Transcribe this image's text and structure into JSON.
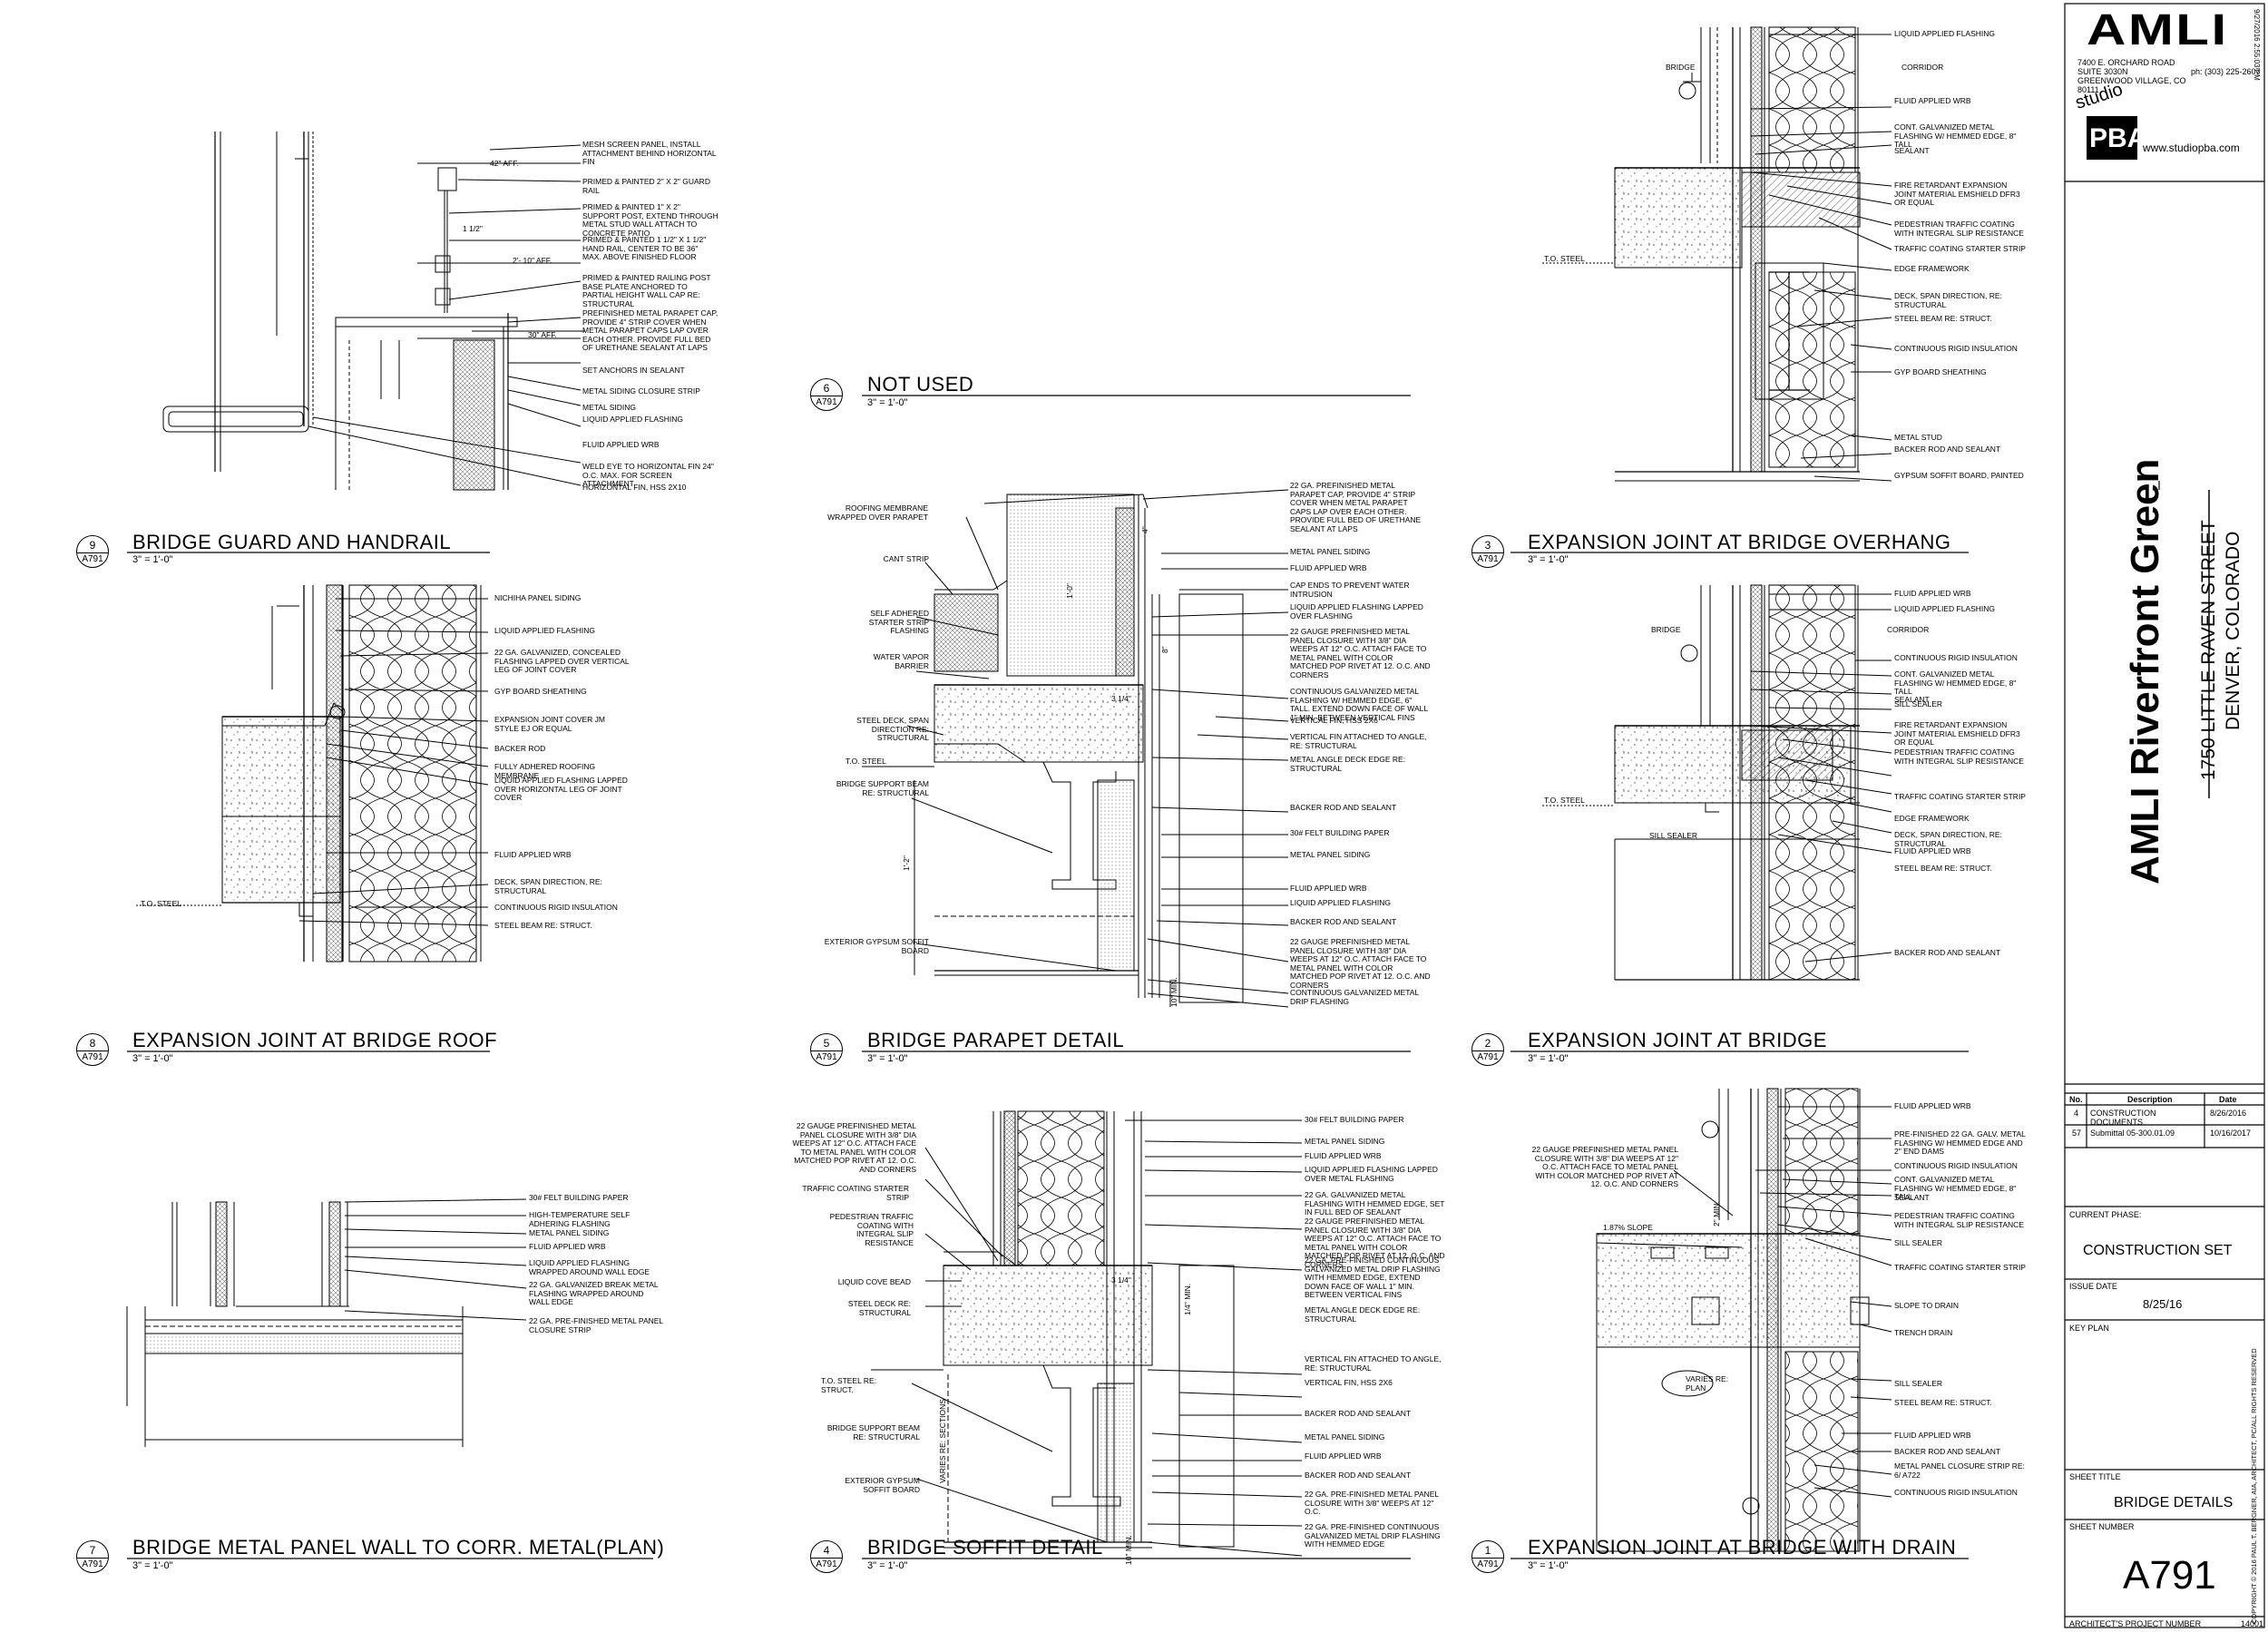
{
  "title_block": {
    "logo": "AMLI",
    "address": [
      "7400 E. ORCHARD ROAD",
      "SUITE 3030N",
      "GREENWOOD VILLAGE, CO",
      "80111"
    ],
    "phone": "ph: (303) 225-2607",
    "firm_logo_studio": "studio",
    "firm_logo_pba": "PBA",
    "firm_website": "www.studiopba.com",
    "project_name": "AMLI Riverfront Green",
    "project_street": "1750 LITTLE RAVEN STREET",
    "project_city": "DENVER, COLORADO",
    "timestamp": "9/27/2016 2:55:03 PM",
    "revisions_header": [
      "No.",
      "Description",
      "Date"
    ],
    "revisions": [
      {
        "no": "4",
        "description": "CONSTRUCTION DOCUMENTS",
        "date": "8/26/2016"
      },
      {
        "no": "57",
        "description": "Submittal 05-300.01.09",
        "date": "10/16/2017"
      }
    ],
    "current_phase_label": "CURRENT PHASE:",
    "current_phase": "CONSTRUCTION SET",
    "issue_date_label": "ISSUE DATE",
    "issue_date": "8/25/16",
    "key_plan_label": "KEY PLAN",
    "sheet_title_label": "SHEET TITLE",
    "sheet_title": "BRIDGE DETAILS",
    "sheet_number_label": "SHEET NUMBER",
    "sheet_number": "A791",
    "project_number_label": "ARCHITECT'S PROJECT NUMBER",
    "project_number": "14001",
    "copyright": "COPYRIGHT © 2016 PAUL T. BERGNER, AIA, ARCHITECT, PC/ALL RIGHTS RESERVED"
  },
  "details": [
    {
      "num": "9",
      "sheet": "A791",
      "title": "BRIDGE GUARD AND HANDRAIL",
      "scale": "3\" = 1'-0\""
    },
    {
      "num": "6",
      "sheet": "A791",
      "title": "NOT USED",
      "scale": "3\" = 1'-0\""
    },
    {
      "num": "3",
      "sheet": "A791",
      "title": "EXPANSION JOINT AT BRIDGE OVERHANG",
      "scale": "3\" = 1'-0\""
    },
    {
      "num": "8",
      "sheet": "A791",
      "title": "EXPANSION JOINT AT BRIDGE ROOF",
      "scale": "3\" = 1'-0\""
    },
    {
      "num": "5",
      "sheet": "A791",
      "title": "BRIDGE PARAPET DETAIL",
      "scale": "3\" = 1'-0\""
    },
    {
      "num": "2",
      "sheet": "A791",
      "title": "EXPANSION JOINT AT BRIDGE",
      "scale": "3\" = 1'-0\""
    },
    {
      "num": "7",
      "sheet": "A791",
      "title": "BRIDGE METAL PANEL WALL TO CORR. METAL(PLAN)",
      "scale": "3\" = 1'-0\""
    },
    {
      "num": "4",
      "sheet": "A791",
      "title": "BRIDGE SOFFIT DETAIL",
      "scale": "3\" = 1'-0\""
    },
    {
      "num": "1",
      "sheet": "A791",
      "title": "EXPANSION JOINT AT BRIDGE WITH DRAIN",
      "scale": "3\" = 1'-0\""
    }
  ],
  "notes": {
    "d9": [
      "MESH SCREEN PANEL, INSTALL ATTACHMENT BEHIND HORIZONTAL FIN",
      "PRIMED & PAINTED 2\" x 2\" GUARD RAIL",
      "PRIMED & PAINTED 1\" x 2\" SUPPORT POST, EXTEND THROUGH METAL STUD WALL ATTACH TO CONCRETE PATIO",
      "PRIMED & PAINTED 1 1/2\" x 1 1/2\" HAND RAIL, CENTER TO BE 36\" MAX. ABOVE FINISHED FLOOR",
      "PRIMED & PAINTED RAILING POST BASE PLATE ANCHORED TO PARTIAL HEIGHT WALL CAP RE: STRUCTURAL",
      "PREFINISHED METAL PARAPET CAP, PROVIDE 4\" STRIP COVER WHEN METAL PARAPET CAPS LAP OVER EACH OTHER. PROVIDE FULL BED OF URETHANE SEALANT AT LAPS",
      "SET ANCHORS IN SEALANT",
      "METAL SIDING CLOSURE STRIP",
      "METAL SIDING",
      "LIQUID APPLIED FLASHING",
      "FLUID APPLIED WRB",
      "WELD EYE TO HORIZONTAL FIN 24\" O.C. MAX. FOR SCREEN ATTACHMENT",
      "HORIZONTAL FIN, HSS 2X10"
    ],
    "d9_dims": [
      "42\" AFF.",
      "2'- 10\" AFF.",
      "30\" AFF.",
      "1 1/2\""
    ],
    "d8": [
      "NICHIHA PANEL SIDING",
      "LIQUID APPLIED FLASHING",
      "22 GA. GALVANIZED, CONCEALED FLASHING LAPPED OVER VERTICAL LEG OF JOINT COVER",
      "GYP BOARD SHEATHING",
      "EXPANSION JOINT COVER JM STYLE EJ OR EQUAL",
      "BACKER ROD",
      "FULLY ADHERED ROOFING MEMBRANE",
      "LIQUID APPLIED FLASHING LAPPED OVER HORIZONTAL LEG OF JOINT COVER",
      "FLUID APPLIED WRB",
      "DECK, SPAN DIRECTION, RE: STRUCTURAL",
      "CONTINUOUS RIGID INSULATION",
      "STEEL BEAM RE: STRUCT."
    ],
    "d8_dims": [
      "T.O. STEEL"
    ],
    "d7": [
      "30# FELT BUILDING PAPER",
      "HIGH-TEMPERATURE SELF ADHERING FLASHING",
      "METAL PANEL SIDING",
      "FLUID APPLIED WRB",
      "LIQUID APPLIED FLASHING WRAPPED AROUND WALL EDGE",
      "22 GA. GALVANIZED BREAK METAL FLASHING WRAPPED AROUND WALL EDGE",
      "22 GA. PRE-FINISHED METAL PANEL CLOSURE STRIP"
    ],
    "d5_left": [
      "ROOFING MEMBRANE WRAPPED OVER PARAPET",
      "CANT STRIP",
      "SELF ADHERED STARTER STRIP FLASHING",
      "WATER VAPOR BARRIER",
      "STEEL DECK, SPAN DIRECTION RE: STRUCTURAL",
      "BRIDGE SUPPORT BEAM RE: STRUCTURAL",
      "EXTERIOR GYPSUM SOFFIT BOARD"
    ],
    "d5_right": [
      "22 GA. PREFINISHED METAL PARAPET CAP, PROVIDE 4\" STRIP COVER WHEN METAL PARAPET CAPS LAP OVER EACH OTHER. PROVIDE FULL BED OF URETHANE SEALANT AT LAPS",
      "METAL PANEL SIDING",
      "FLUID APPLIED WRB",
      "CAP ENDS TO PREVENT WATER INTRUSION",
      "LIQUID APPLIED FLASHING LAPPED OVER FLASHING",
      "22 GAUGE PREFINISHED METAL PANEL CLOSURE WITH 3/8\" DIA WEEPS AT 12\" O.C. ATTACH FACE TO METAL PANEL WITH COLOR MATCHED POP RIVET AT 12. O.C. AND CORNERS",
      "CONTINUOUS GALVANIZED METAL FLASHING W/ HEMMED EDGE, 6\" TALL. EXTEND DOWN FACE OF WALL 1\" MIN. BETWEEN VERTICAL FINS",
      "VERTICAL FIN, HSS 2X6",
      "VERTICAL FIN ATTACHED TO ANGLE, RE: STRUCTURAL",
      "METAL ANGLE DECK EDGE RE: STRUCTURAL",
      "BACKER ROD AND SEALANT",
      "30# FELT BUILDING PAPER",
      "METAL PANEL SIDING",
      "FLUID APPLIED WRB",
      "LIQUID APPLIED FLASHING",
      "BACKER ROD AND SEALANT",
      "22 GAUGE PREFINISHED METAL PANEL CLOSURE WITH 3/8\" DIA WEEPS AT 12\" O.C. ATTACH FACE TO METAL PANEL WITH COLOR MATCHED POP RIVET AT 12. O.C. AND CORNERS",
      "CONTINUOUS GALVANIZED METAL DRIP FLASHING"
    ],
    "d5_dims": [
      "T.O. STEEL",
      "3 1/4\"",
      "1'-0\"",
      "8\"",
      "4\"",
      "1'-2\"",
      "10\" MIN."
    ],
    "d4_left": [
      "22 GAUGE PREFINISHED METAL PANEL CLOSURE WITH 3/8\" DIA WEEPS AT 12\" O.C. ATTACH FACE TO METAL PANEL WITH COLOR MATCHED POP RIVET AT 12. O.C. AND CORNERS",
      "TRAFFIC COATING STARTER STRIP",
      "PEDESTRIAN TRAFFIC COATING WITH INTEGRAL SLIP RESISTANCE",
      "LIQUID COVE BEAD",
      "STEEL DECK RE: STRUCTURAL",
      "BRIDGE SUPPORT BEAM RE: STRUCTURAL",
      "EXTERIOR GYPSUM SOFFIT BOARD"
    ],
    "d4_right": [
      "30# FELT BUILDING PAPER",
      "METAL PANEL SIDING",
      "FLUID APPLIED WRB",
      "LIQUID APPLIED FLASHING LAPPED OVER METAL FLASHING",
      "22 GA. GALVANIZED METAL FLASHING WITH HEMMED EDGE, SET IN FULL BED OF SEALANT",
      "22 GAUGE PREFINISHED METAL PANEL CLOSURE WITH 3/8\" DIA WEEPS AT 12\" O.C. ATTACH FACE TO METAL PANEL WITH COLOR MATCHED POP RIVET AT 12. O.C. AND CORNERS",
      "22 GA. PRE-FINISHED CONTINUOUS GALVANIZED METAL DRIP FLASHING WITH HEMMED EDGE, EXTEND DOWN FACE OF WALL 1\" MIN. BETWEEN VERTICAL FINS",
      "METAL ANGLE DECK EDGE RE: STRUCTURAL",
      "VERTICAL FIN ATTACHED TO ANGLE, RE: STRUCTURAL",
      "VERTICAL FIN, HSS 2X6",
      "BACKER ROD AND SEALANT",
      "METAL PANEL SIDING",
      "FLUID APPLIED WRB",
      "BACKER ROD AND SEALANT",
      "22 GA. PRE-FINISHED METAL PANEL CLOSURE WITH 3/8\" WEEPS AT 12\" O.C.",
      "22 GA. PRE-FINISHED CONTINUOUS GALVANIZED METAL DRIP FLASHING WITH HEMMED EDGE"
    ],
    "d4_dims": [
      "T.O. STEEL RE: STRUCT.",
      "3 1/4\"",
      "1/4\" MIN.",
      "VARIES RE: SECTIONS",
      "10\" MIN."
    ],
    "d3": [
      "LIQUID APPLIED FLASHING",
      "FLUID APPLIED WRB",
      "CONT. GALVANIZED METAL FLASHING W/ HEMMED EDGE, 8\" TALL",
      "SEALANT",
      "FIRE RETARDANT EXPANSION JOINT MATERIAL EMSHIELD DFR3 OR EQUAL",
      "PEDESTRIAN TRAFFIC COATING WITH INTEGRAL SLIP RESISTANCE",
      "TRAFFIC COATING STARTER STRIP",
      "EDGE FRAMEWORK",
      "DECK, SPAN DIRECTION, RE: STRUCTURAL",
      "STEEL BEAM RE: STRUCT.",
      "CONTINUOUS RIGID INSULATION",
      "GYP BOARD SHEATHING",
      "METAL STUD",
      "BACKER ROD AND SEALANT",
      "GYPSUM SOFFIT BOARD, PAINTED"
    ],
    "d3_tags": [
      "BRIDGE",
      "CORRIDOR",
      "T.O. STEEL"
    ],
    "d2": [
      "FLUID APPLIED WRB",
      "LIQUID APPLIED FLASHING",
      "CONTINUOUS RIGID INSULATION",
      "CONT. GALVANIZED METAL FLASHING W/ HEMMED EDGE, 8\" TALL",
      "SEALANT",
      "SILL SEALER",
      "FIRE RETARDANT EXPANSION JOINT MATERIAL EMSHIELD DFR3 OR EQUAL",
      "PEDESTRIAN TRAFFIC COATING WITH INTEGRAL SLIP RESISTANCE",
      "TRAFFIC COATING STARTER STRIP",
      "EDGE FRAMEWORK",
      "DECK, SPAN DIRECTION, RE: STRUCTURAL",
      "FLUID APPLIED WRB",
      "STEEL BEAM RE: STRUCT.",
      "BACKER ROD AND SEALANT"
    ],
    "d2_tags": [
      "BRIDGE",
      "CORRIDOR",
      "T.O. STEEL",
      "SILL SEALER"
    ],
    "d1_left": [
      "22 GAUGE PREFINISHED METAL PANEL CLOSURE WITH 3/8\" DIA WEEPS AT 12\" O.C. ATTACH FACE TO METAL PANEL WITH COLOR MATCHED POP RIVET AT 12. O.C. AND CORNERS"
    ],
    "d1_right": [
      "FLUID APPLIED WRB",
      "PRE-FINISHED 22 GA. GALV. METAL FLASHING W/ HEMMED EDGE AND 2\" END DAMS",
      "CONTINUOUS RIGID INSULATION",
      "CONT. GALVANIZED METAL FLASHING W/ HEMMED EDGE, 8\" TALL",
      "SEALANT",
      "PEDESTRIAN TRAFFIC COATING WITH INTEGRAL SLIP RESISTANCE",
      "SILL SEALER",
      "TRAFFIC COATING STARTER STRIP",
      "SLOPE TO DRAIN",
      "TRENCH DRAIN",
      "SILL SEALER",
      "STEEL BEAM RE: STRUCT.",
      "FLUID APPLIED WRB",
      "BACKER ROD AND SEALANT",
      "METAL PANEL CLOSURE STRIP RE: 6/ A722",
      "CONTINUOUS RIGID INSULATION"
    ],
    "d1_dims": [
      "1.87% SLOPE",
      "VARIES RE: PLAN",
      "2\" MIN."
    ]
  }
}
